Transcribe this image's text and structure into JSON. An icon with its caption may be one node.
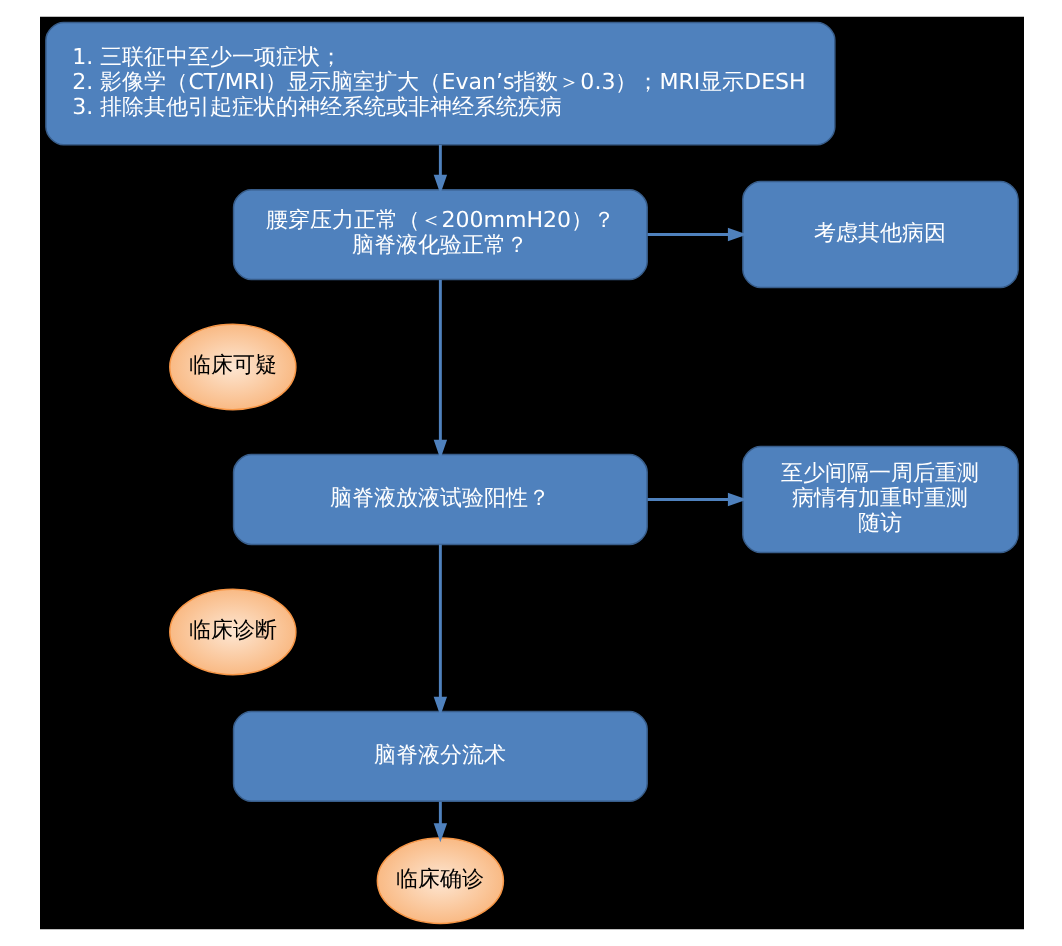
{
  "diagram": {
    "nodes": [
      {
        "text": [
          "1. 三联征中至少一项症状；",
          "2. 影像学（CT/MRI）显示脑室扩大（Evan’s指数＞0.3）；MRI显示DESH",
          "3. 排除其他引起症状的神经系统或非神经系统疾病"
        ]
      },
      {
        "text": [
          "腰穿压力正常（＜200mmH20）？",
          "脑脊液化验正常？"
        ]
      },
      {
        "text": [
          "考虑其他病因"
        ]
      },
      {
        "text": [
          "临床可疑"
        ]
      },
      {
        "text": [
          "脑脊液放液试验阳性？"
        ]
      },
      {
        "text": [
          "至少间隔一周后重测",
          "病情有加重时重测",
          "随访"
        ]
      },
      {
        "text": [
          "临床诊断"
        ]
      },
      {
        "text": [
          "脑脊液分流术"
        ]
      },
      {
        "text": [
          "临床确诊"
        ]
      }
    ],
    "edges": [
      {
        "from": 0,
        "to": 1,
        "arrow": "to"
      },
      {
        "from": 1,
        "to": 2,
        "arrow": "to"
      },
      {
        "from": 1,
        "to": 4,
        "arrow": "to"
      },
      {
        "from": 4,
        "to": 5,
        "arrow": "to"
      },
      {
        "from": 4,
        "to": 7,
        "arrow": "to"
      },
      {
        "from": 7,
        "to": 8,
        "arrow": "to"
      }
    ]
  }
}
